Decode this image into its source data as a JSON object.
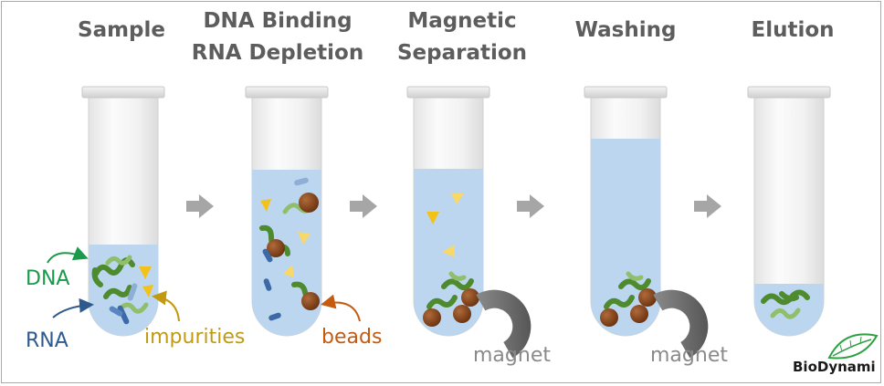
{
  "steps": [
    {
      "title_line1": "",
      "title_line2": "Sample"
    },
    {
      "title_line1": "DNA Binding",
      "title_line2": "RNA Depletion"
    },
    {
      "title_line1": "Magnetic",
      "title_line2": "Separation"
    },
    {
      "title_line1": "",
      "title_line2": "Washing"
    },
    {
      "title_line1": "",
      "title_line2": "Elution"
    }
  ],
  "labels": {
    "dna": "DNA",
    "rna": "RNA",
    "impurities": "impurities",
    "beads": "beads",
    "magnet_1": "magnet",
    "magnet_2": "magnet"
  },
  "logo": {
    "text": "BioDynami"
  },
  "colors": {
    "dna_label": "#1a9a4a",
    "rna_label": "#2e5a8e",
    "impurities_label": "#c29a12",
    "beads_label": "#c55a11",
    "magnet_label": "#8a8a8a",
    "title": "#5d5d5d",
    "liquid": "#bcd6ef",
    "dna_strand": "#4e8a2e",
    "rna_strand": "#3d6aa6",
    "bead": "#8b4513",
    "impurity": "#f2c21a",
    "magnet": "#6e6e6e",
    "arrow": "#a6a6a6"
  }
}
